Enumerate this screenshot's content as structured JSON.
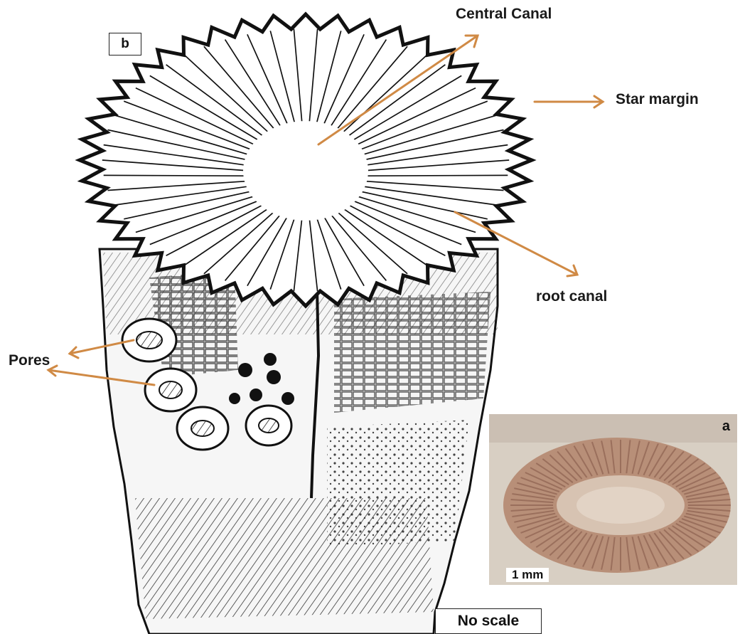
{
  "labels": {
    "panel_b": "b",
    "central_canal": "Central Canal",
    "star_margin": "Star margin",
    "root_canal": "root canal",
    "pores": "Pores",
    "no_scale": "No scale"
  },
  "photo": {
    "panel_a": "a",
    "scale_bar": "1 mm"
  },
  "colors": {
    "arrow": "#d08a45",
    "ink": "#111111",
    "photo_bg": "#d8cfc3",
    "fossil": "#c49b83"
  }
}
